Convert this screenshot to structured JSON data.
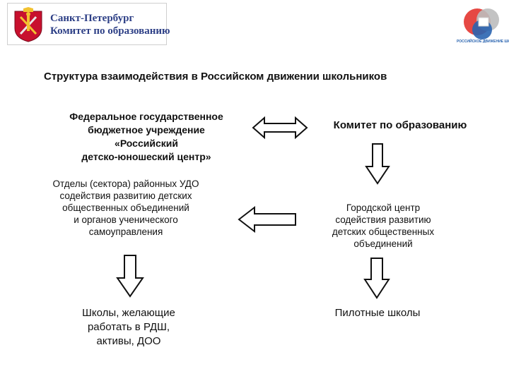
{
  "header": {
    "logo_left_line1": "Санкт-Петербург",
    "logo_left_line2": "Комитет по образованию",
    "logo_right_caption": "РОССИЙСКОЕ ДВИЖЕНИЕ ШКОЛЬНИКОВ"
  },
  "title": "Структура взаимодействия в Российском движении школьников",
  "nodes": {
    "federal": "Федеральное государственное\nбюджетное учреждение\n«Российский\nдетско-юношеский центр»",
    "committee": "Комитет по образованию",
    "otdely": "Отделы (сектора) районных УДО\nсодействия развитию детских\nобщественных объединений\nи органов ученического\nсамоуправления",
    "gorod": "Городской центр\nсодействия развитию\nдетских общественных\nобъединений",
    "schools": "Школы, желающие\nработать в РДШ,\nактивы, ДОО",
    "pilot": "Пилотные школы"
  },
  "colors": {
    "crest_red": "#c8102e",
    "crest_gold": "#f2c230",
    "logo_blue": "#2d3f86",
    "rdsh_red": "#e3342f",
    "rdsh_blue": "#2a64b0",
    "rdsh_grey": "#bdbdbd"
  }
}
